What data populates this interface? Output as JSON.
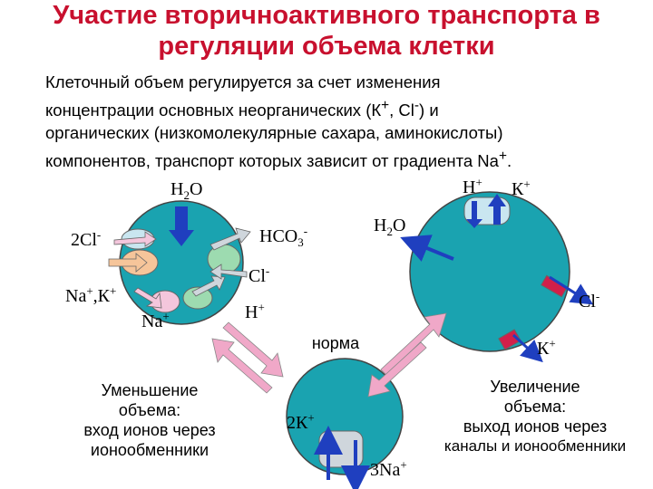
{
  "slide": {
    "title_line1": "Участие вторичноактивного транспорта в",
    "title_line2": "регуляции объема клетки",
    "intro": {
      "line1": "Клеточный объем регулируется за счет изменения",
      "line2_pre": "концентрации основных неорганических (К",
      "line2_sup1": "+",
      "line2_mid": ", Сl",
      "line2_sup2": "-",
      "line2_post": ") и",
      "line3": "органических (низкомолекулярные сахара, аминокислоты)",
      "line4_pre": "компонентов, транспорт которых зависит от градиента Nа",
      "line4_sup": "+",
      "line4_post": "."
    }
  },
  "colors": {
    "title": "#c8102e",
    "cell": "#1aa3b0",
    "arrow": "#f0a8c8",
    "blue_arrow": "#1f3fbf",
    "transporter_blue": "#c9e6f0",
    "transporter_orange": "#f6c59a",
    "transporter_green": "#9ddbb0",
    "transporter_pink": "#f4c6dc",
    "transporter_red": "#d21f4a",
    "transporter_grey": "#cfd6dc"
  },
  "left_cell": {
    "h2o": {
      "main": "Н",
      "sub": "2",
      "end": "О"
    },
    "cl": {
      "main": "2Сl",
      "sup": "-"
    },
    "na_k": {
      "main": "Nа",
      "sup1": "+",
      "mid": ",К",
      "sup2": "+"
    },
    "na": {
      "main": "Nа",
      "sup": "+"
    },
    "hco3": {
      "main": "НСО",
      "sub": "3",
      "sup": "-"
    },
    "cl_out": {
      "main": "Сl",
      "sup": "-"
    },
    "h": {
      "main": "Н",
      "sup": "+"
    }
  },
  "right_cell": {
    "h": {
      "main": "Н",
      "sup": "+"
    },
    "k": {
      "main": "К",
      "sup": "+"
    },
    "h2o": {
      "main": "Н",
      "sub": "2",
      "end": "О"
    },
    "cl": {
      "main": "Сl",
      "sup": "-"
    },
    "k_out": {
      "main": "К",
      "sup": "+"
    }
  },
  "center_cell": {
    "label": "норма",
    "k": {
      "main": "2К",
      "sup": "+"
    },
    "na": {
      "main": "3Nа",
      "sup": "+"
    }
  },
  "captions": {
    "left": [
      "Уменьшение",
      "объема:",
      "вход ионов через",
      "ионообменники"
    ],
    "right": [
      "Увеличение",
      "объема:",
      "выход ионов через",
      "каналы и ионообменники"
    ]
  }
}
